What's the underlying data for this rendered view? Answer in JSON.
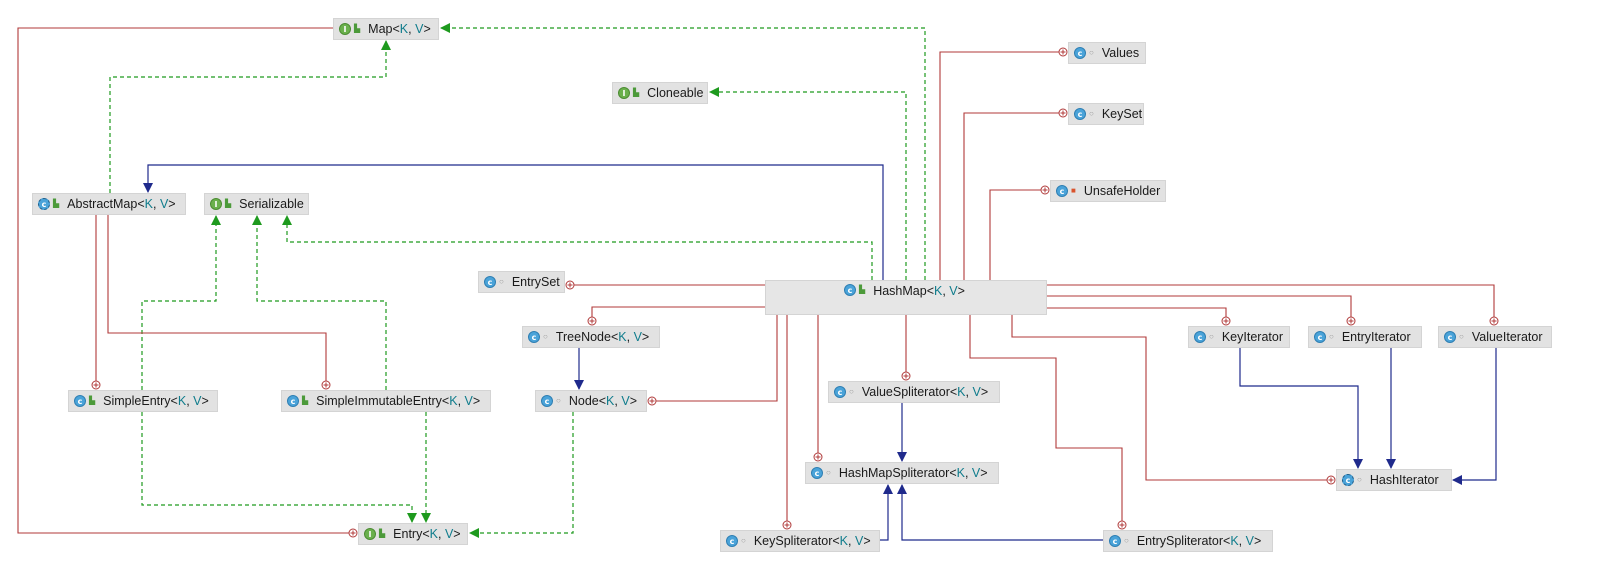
{
  "colors": {
    "inheritance": "#1f2a8c",
    "implements": "#2ea32e",
    "inner": "#b03a3a",
    "node_bg": "#e2e2e2"
  },
  "nodes": [
    {
      "id": "map",
      "name": "Map",
      "generic": true,
      "kind": "interface",
      "visibility": "public"
    },
    {
      "id": "cloneable",
      "name": "Cloneable",
      "generic": false,
      "kind": "interface",
      "visibility": "public"
    },
    {
      "id": "abstractmap",
      "name": "AbstractMap",
      "generic": true,
      "kind": "abstract-class",
      "visibility": "public"
    },
    {
      "id": "serializable",
      "name": "Serializable",
      "generic": false,
      "kind": "interface",
      "visibility": "public"
    },
    {
      "id": "entryset",
      "name": "EntrySet",
      "generic": false,
      "kind": "class",
      "visibility": "package"
    },
    {
      "id": "hashmap",
      "name": "HashMap",
      "generic": true,
      "kind": "class",
      "visibility": "public"
    },
    {
      "id": "values",
      "name": "Values",
      "generic": false,
      "kind": "class",
      "visibility": "package"
    },
    {
      "id": "keyset",
      "name": "KeySet",
      "generic": false,
      "kind": "class",
      "visibility": "package"
    },
    {
      "id": "unsafeholder",
      "name": "UnsafeHolder",
      "generic": false,
      "kind": "class",
      "visibility": "private"
    },
    {
      "id": "treenode",
      "name": "TreeNode",
      "generic": true,
      "kind": "class",
      "visibility": "package"
    },
    {
      "id": "node",
      "name": "Node",
      "generic": true,
      "kind": "class",
      "visibility": "package"
    },
    {
      "id": "simpleentry",
      "name": "SimpleEntry",
      "generic": true,
      "kind": "class",
      "visibility": "public"
    },
    {
      "id": "simpleimmutableentry",
      "name": "SimpleImmutableEntry",
      "generic": true,
      "kind": "class",
      "visibility": "public"
    },
    {
      "id": "valuespliterator",
      "name": "ValueSpliterator",
      "generic": true,
      "kind": "class",
      "visibility": "package"
    },
    {
      "id": "hashmapspliterator",
      "name": "HashMapSpliterator",
      "generic": true,
      "kind": "class",
      "visibility": "package"
    },
    {
      "id": "keyiterator",
      "name": "KeyIterator",
      "generic": false,
      "kind": "class",
      "visibility": "package"
    },
    {
      "id": "entryiterator",
      "name": "EntryIterator",
      "generic": false,
      "kind": "class",
      "visibility": "package"
    },
    {
      "id": "valueiterator",
      "name": "ValueIterator",
      "generic": false,
      "kind": "class",
      "visibility": "package"
    },
    {
      "id": "hashiterator",
      "name": "HashIterator",
      "generic": false,
      "kind": "abstract-class",
      "visibility": "package"
    },
    {
      "id": "entry",
      "name": "Entry",
      "generic": true,
      "kind": "interface",
      "visibility": "public"
    },
    {
      "id": "keyspliterator",
      "name": "KeySpliterator",
      "generic": true,
      "kind": "class",
      "visibility": "package"
    },
    {
      "id": "entryspliterator",
      "name": "EntrySpliterator",
      "generic": true,
      "kind": "class",
      "visibility": "package"
    }
  ],
  "generic_params": {
    "open": "<",
    "k": "K",
    "sep": ", ",
    "v": "V",
    "close": ">"
  },
  "edges": [
    {
      "from": "abstractmap",
      "to": "map",
      "type": "implements"
    },
    {
      "from": "hashmap",
      "to": "map",
      "type": "implements"
    },
    {
      "from": "hashmap",
      "to": "cloneable",
      "type": "implements"
    },
    {
      "from": "hashmap",
      "to": "abstractmap",
      "type": "extends"
    },
    {
      "from": "hashmap",
      "to": "serializable",
      "type": "implements"
    },
    {
      "from": "simpleentry",
      "to": "serializable",
      "type": "implements"
    },
    {
      "from": "simpleimmutableentry",
      "to": "serializable",
      "type": "implements"
    },
    {
      "from": "simpleentry",
      "to": "entry",
      "type": "implements"
    },
    {
      "from": "simpleimmutableentry",
      "to": "entry",
      "type": "implements"
    },
    {
      "from": "node",
      "to": "entry",
      "type": "implements"
    },
    {
      "from": "treenode",
      "to": "node",
      "type": "extends"
    },
    {
      "from": "valuespliterator",
      "to": "hashmapspliterator",
      "type": "extends"
    },
    {
      "from": "keyspliterator",
      "to": "hashmapspliterator",
      "type": "extends"
    },
    {
      "from": "entryspliterator",
      "to": "hashmapspliterator",
      "type": "extends"
    },
    {
      "from": "keyiterator",
      "to": "hashiterator",
      "type": "extends"
    },
    {
      "from": "entryiterator",
      "to": "hashiterator",
      "type": "extends"
    },
    {
      "from": "valueiterator",
      "to": "hashiterator",
      "type": "extends"
    },
    {
      "from": "map",
      "to": "entry",
      "type": "inner"
    },
    {
      "from": "abstractmap",
      "to": "simpleentry",
      "type": "inner"
    },
    {
      "from": "abstractmap",
      "to": "simpleimmutableentry",
      "type": "inner"
    },
    {
      "from": "hashmap",
      "to": "values",
      "type": "inner"
    },
    {
      "from": "hashmap",
      "to": "keyset",
      "type": "inner"
    },
    {
      "from": "hashmap",
      "to": "unsafeholder",
      "type": "inner"
    },
    {
      "from": "hashmap",
      "to": "entryset",
      "type": "inner"
    },
    {
      "from": "hashmap",
      "to": "treenode",
      "type": "inner"
    },
    {
      "from": "hashmap",
      "to": "node",
      "type": "inner"
    },
    {
      "from": "hashmap",
      "to": "valuespliterator",
      "type": "inner"
    },
    {
      "from": "hashmap",
      "to": "hashmapspliterator",
      "type": "inner"
    },
    {
      "from": "hashmap",
      "to": "keyspliterator",
      "type": "inner"
    },
    {
      "from": "hashmap",
      "to": "entryspliterator",
      "type": "inner"
    },
    {
      "from": "hashmap",
      "to": "keyiterator",
      "type": "inner"
    },
    {
      "from": "hashmap",
      "to": "entryiterator",
      "type": "inner"
    },
    {
      "from": "hashmap",
      "to": "valueiterator",
      "type": "inner"
    },
    {
      "from": "hashmap",
      "to": "hashiterator",
      "type": "inner"
    }
  ]
}
